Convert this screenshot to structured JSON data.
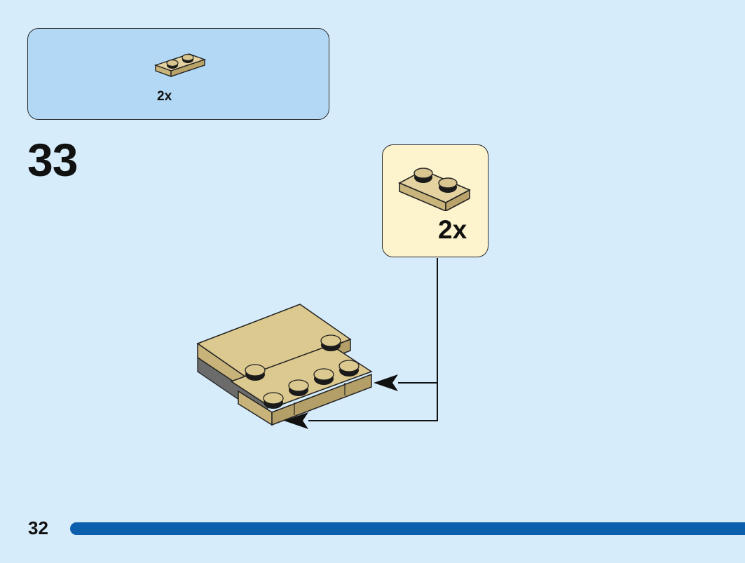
{
  "parts_panel": {
    "quantity": "2x",
    "part": "tan-1x2-plate-icon"
  },
  "step": {
    "number": "33"
  },
  "callout": {
    "quantity": "2x",
    "part": "tan-1x2-plate-icon"
  },
  "page": {
    "number": "32"
  },
  "colors": {
    "background": "#d6ecfa",
    "parts_panel": "#b3d8f5",
    "callout": "#fdf3cd",
    "tan": "#d8c58f",
    "page_bar": "#0b5fad"
  }
}
